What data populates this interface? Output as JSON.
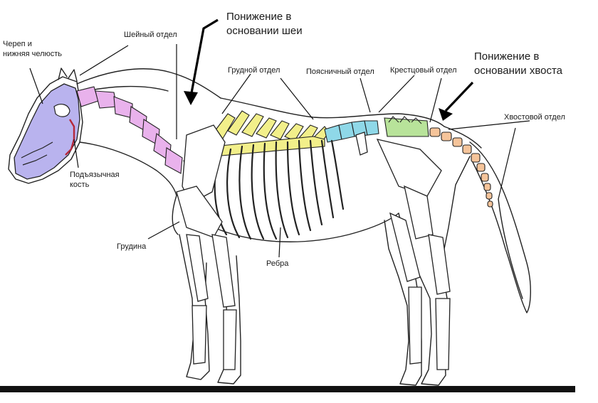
{
  "colors": {
    "skull": "#b9b3ee",
    "cervical": "#e9b2ec",
    "thoracic": "#f2ef8a",
    "lumbar": "#8fd8e8",
    "sacral": "#b8e39a",
    "caudal": "#f5c49a",
    "hyoid": "#b5283a",
    "ground": "#111111"
  },
  "labels": {
    "skull": "Череп и нижняя челюсть",
    "skull_line1": "Череп и",
    "skull_line2": "нижняя челюсть",
    "cervical": "Шейный отдел",
    "neck_dip_line1": "Понижение в",
    "neck_dip_line2": "основании шеи",
    "thoracic": "Грудной отдел",
    "lumbar": "Поясничный отдел",
    "sacral": "Крестцовый отдел",
    "tail_dip_line1": "Понижение в",
    "tail_dip_line2": "основании хвоста",
    "caudal": "Хвостовой отдел",
    "hyoid_line1": "Подъязычная",
    "hyoid_line2": "кость",
    "sternum": "Грудина",
    "ribs": "Ребра"
  }
}
